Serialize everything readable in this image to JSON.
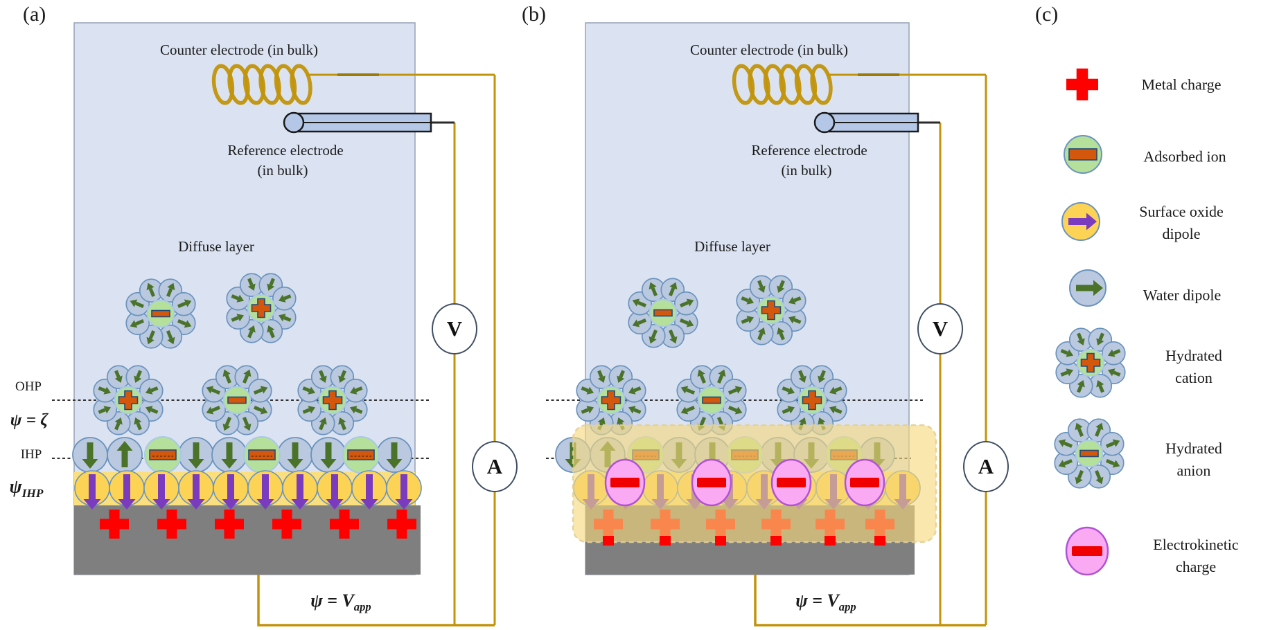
{
  "panel_a": {
    "label": "(a)",
    "counter_electrode_label": "Counter electrode (in bulk)",
    "reference_electrode_label_line1": "Reference electrode",
    "reference_electrode_label_line2": "(in bulk)",
    "diffuse_layer_label": "Diffuse layer",
    "ohp_label": "OHP",
    "zeta_equation": "ψ = ζ",
    "ihp_label": "IHP",
    "psi_ihp_symbol": "ψ",
    "psi_ihp_subscript": "IHP",
    "voltmeter_label": "V",
    "ammeter_label": "A",
    "applied_potential_main": "ψ = V",
    "applied_potential_subscript": "app"
  },
  "panel_b": {
    "label": "(b)",
    "counter_electrode_label": "Counter electrode (in bulk)",
    "reference_electrode_label_line1": "Reference electrode",
    "reference_electrode_label_line2": "(in bulk)",
    "diffuse_layer_label": "Diffuse layer",
    "voltmeter_label": "V",
    "ammeter_label": "A",
    "applied_potential_main": "ψ = V",
    "applied_potential_subscript": "app"
  },
  "panel_c": {
    "label": "(c)",
    "legend_items": [
      {
        "name": "metal-charge",
        "label": "Metal charge"
      },
      {
        "name": "adsorbed-ion",
        "label": "Adsorbed ion"
      },
      {
        "name": "surface-oxide-dipole",
        "label": "Surface oxide dipole"
      },
      {
        "name": "water-dipole",
        "label": "Water dipole"
      },
      {
        "name": "hydrated-cation",
        "label": "Hydrated cation"
      },
      {
        "name": "hydrated-anion",
        "label": "Hydrated anion"
      },
      {
        "name": "electrokinetic-charge",
        "label": "Electrokinetic charge"
      }
    ]
  },
  "colors": {
    "bulk": "#dbe3f2",
    "box_border": "#97a1b8",
    "electrode_gray": "#7f7f7f",
    "oxide_band": "#fbdf7e",
    "overlay_yellow": "#f5d97c",
    "wire_gold": "#c2940a",
    "wire_gold_dark": "#9c7a06",
    "metal_red": "#ff0000",
    "water_fill": "#bac9e0",
    "water_stroke": "#6a93bd",
    "dipole_green": "#4a7329",
    "ion_fill": "#b5e09b",
    "ion_stroke": "#a9c8e8",
    "orange": "#d4570e",
    "navy": "#234a77",
    "oxide_fill": "#fcd354",
    "purple": "#7a3bbf",
    "pink_fill": "#f9aaf3",
    "pink_stroke": "#b052d4",
    "minus_red": "#f10000",
    "rod_fill": "#b4c7e7",
    "dash": "#333333"
  }
}
